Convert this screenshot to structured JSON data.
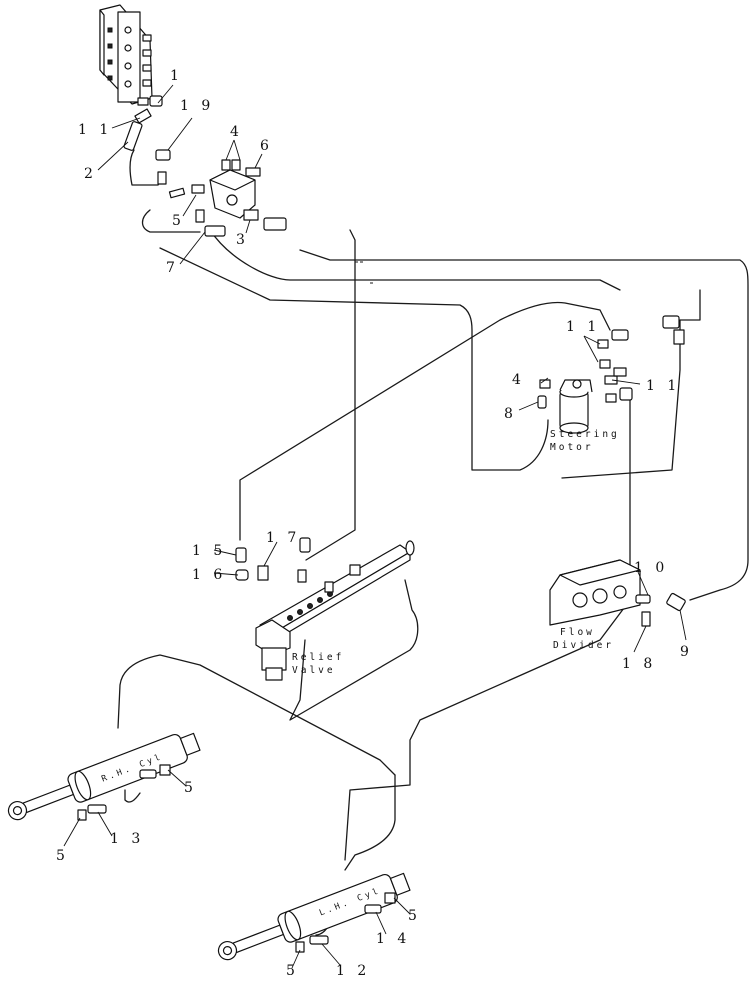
{
  "callouts": {
    "c1": "1",
    "c11_top": "1 1",
    "c19": "1 9",
    "c2": "2",
    "c4_top": "4",
    "c6": "6",
    "c5_top": "5",
    "c3": "3",
    "c7": "7",
    "c11_a": "1 1",
    "c4_mid": "4",
    "c11_b": "1 1",
    "c8": "8",
    "c15": "1 5",
    "c17": "1 7",
    "c16": "1 6",
    "c10": "1 0",
    "c18": "1 8",
    "c9": "9",
    "c5_rh_right": "5",
    "c5_rh_left": "5",
    "c13": "1 3",
    "c5_lh_right": "5",
    "c14": "1 4",
    "c5_lh_left": "5",
    "c12": "1 2"
  },
  "labels": {
    "steering_line1": "Steering",
    "steering_line2": "Motor",
    "relief_line1": "Relief",
    "relief_line2": "Valve",
    "flow_line1": "Flow",
    "flow_line2": "Divider",
    "rh_cyl": "R.H. Cyl",
    "lh_cyl": "L.H. Cyl"
  }
}
